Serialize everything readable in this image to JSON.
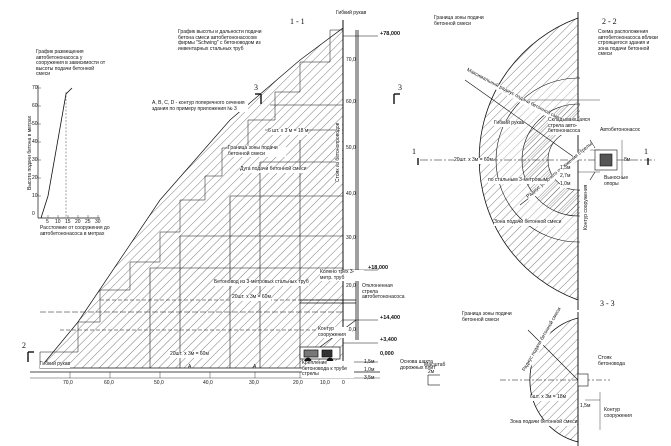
{
  "sections": {
    "s11": "1 - 1",
    "s22": "2 - 2",
    "s33": "3 - 3",
    "m1": "1",
    "m2": "2",
    "m3": "3"
  },
  "elevations": {
    "e78": "+78,000",
    "e18": "+18,000",
    "e14": "+14,400",
    "e3": "+3,400",
    "e0": "0,000"
  },
  "axis_values": {
    "x": [
      "70,0",
      "60,0",
      "50,0",
      "40,0",
      "30,0",
      "20,0",
      "10,0",
      "0"
    ],
    "y": [
      "70,0",
      "60,0",
      "50,0",
      "40,0",
      "30,0",
      "20,0",
      "10,0"
    ],
    "letters": [
      "A",
      "A"
    ]
  },
  "labels": {
    "left_graph_title": "График размещения автобетононасоса у сооружения в зависимости от высоты подачи бетонной смеси",
    "left_graph_ylabel": "Высота подачи бетона в метрах",
    "left_graph_xlabel": "Расстояние от сооружения до автобетононасоса в метрах",
    "left_graph_yticks": [
      "70",
      "60",
      "50",
      "40",
      "30",
      "20",
      "10",
      "0"
    ],
    "left_graph_xticks": [
      "5",
      "10",
      "15",
      "20",
      "25",
      "30"
    ],
    "main_title": "График высоты и дальности подачи бетона смеси автобетононасосом фирмы \"Schwing\" с бетоноводом из инвентарных стальных труб",
    "abco": "A, B, C, D - контур поперечного сечения здания по примеру приложения № 3",
    "gib_top": "Гибкий рукав",
    "gr_zony": "Граница зоны подачи бетонной смеси",
    "dugi": "Дуга подачи бетонной смеси",
    "pipe_len": "6 шт. х 3 м = 18 м",
    "stoyak": "Стояк из бетонопроводов",
    "betonovod3": "Бетоновод из 3-метровых стальных труб",
    "pipe20": "20шт. х 3м = 60м",
    "pipe20b": "20шт. х 3м = 60м",
    "koleno": "Колено трех 3-метр. труб",
    "otklon": "Отклоненная стрела автобетононасоса",
    "kontur": "Контур сооружения",
    "kreplenie": "Крепление бетоновода к трубе стрелы",
    "osnova": "Основа шахта дорожных плит",
    "gib_bottom": "Гибкий рукав",
    "masshtab": "Масштаб",
    "mas_val": "2м",
    "gr_zony_r": "Граница зоны подачи бетонной смеси",
    "shema": "Схема расположения автобетононасоса вблизи строящегося здания и зона подачи бетонной смеси",
    "max_radius": "Максимальный радиус подачи бетонной смеси",
    "kontur_r": "Контур сооружения",
    "gib_r": "Гибкий рукав",
    "skladnaya": "Складывающаяся стрела авто-бетононасоса",
    "avtobet": "Автобетононасос",
    "vynosnye": "Выносные опоры",
    "rad_rabochego": "Радиус рабочего положения стрелы",
    "k_stalnym": "по стальным 3-метровым",
    "pipe_r": "20шт. х 3м = 60м",
    "zona": "Зона подачи бетонной смеси",
    "dim_r1": "1,5м",
    "dim_r2": "2,7м",
    "dim_r3": "1,0м",
    "dim_r4": "8м",
    "gr_zony_33": "Граница зоны подачи бетонной смеси",
    "rad_33": "Радиус подачи бетонной смеси",
    "stoyak_33": "Стояк бетоновода",
    "pipe_33": "6шт. х 3м = 18м",
    "zona_33": "Зона подачи бетонной смеси",
    "kontur_33": "Контур сооружения",
    "dim_33": "1,5м",
    "dim_b1": "1,5м",
    "dim_b2": "1,0м",
    "dim_b3": "3,5м"
  }
}
